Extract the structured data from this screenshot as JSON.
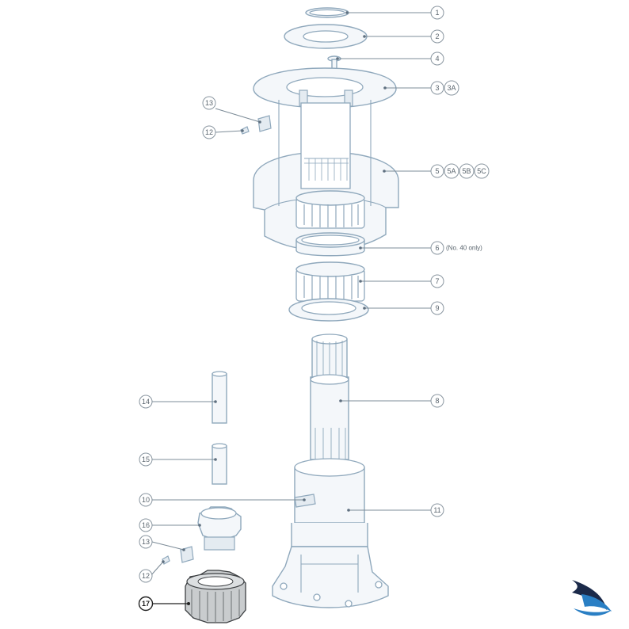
{
  "callouts": {
    "c1": "1",
    "c2": "2",
    "c4": "4",
    "c3": "3",
    "c3a": "3A",
    "c5": "5",
    "c5a": "5A",
    "c5b": "5B",
    "c5c": "5C",
    "c6": "6",
    "c6note": "(No. 40 only)",
    "c7": "7",
    "c9": "9",
    "c8": "8",
    "c11": "11",
    "c10": "10",
    "c13a": "13",
    "c12a": "12",
    "c14": "14",
    "c15": "15",
    "c16": "16",
    "c13b": "13",
    "c12b": "12",
    "c17": "17"
  },
  "highlighted_part": "17",
  "colors": {
    "part_stroke": "#8fa8bc",
    "part_fill": "#f4f7fa",
    "highlight_fill": "#c9ccce",
    "logo_dark": "#1b2a4a",
    "logo_blue": "#2a7fc4"
  },
  "logo": {
    "icon": "sail-wave-logo"
  }
}
